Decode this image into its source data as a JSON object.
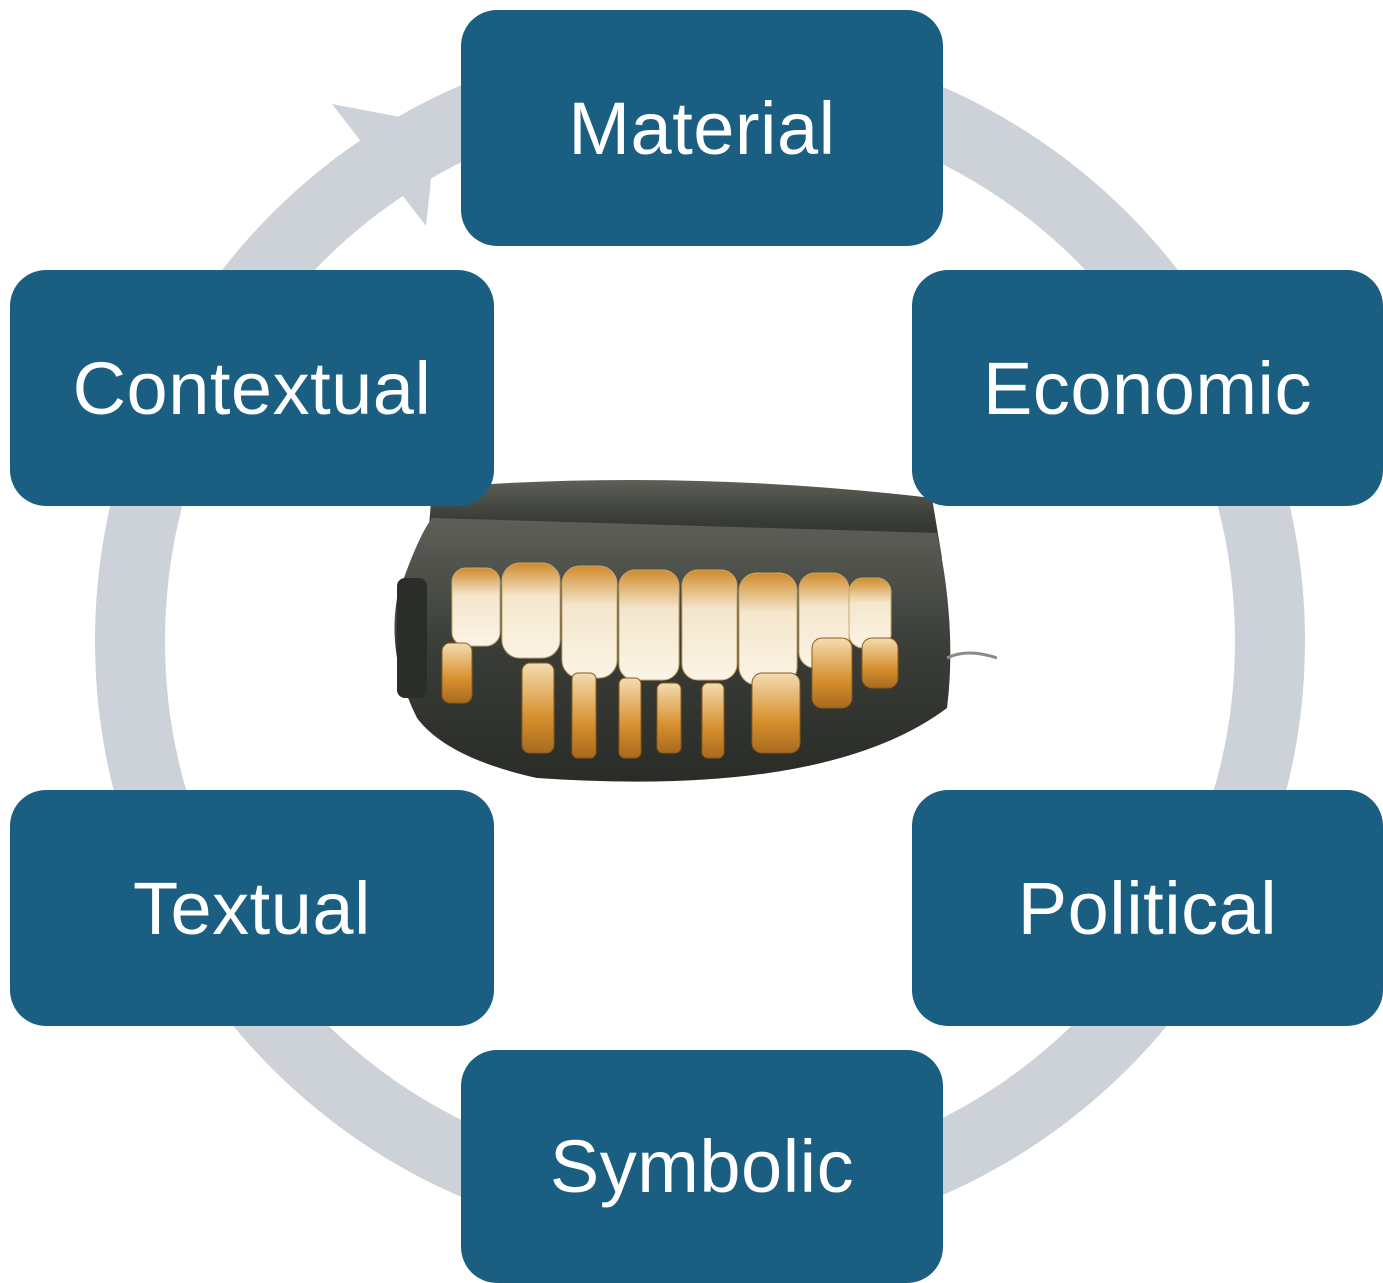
{
  "diagram": {
    "cycle_color": "#cdd2d8",
    "node_color": "#1a5e82",
    "label_color": "#ffffff",
    "nodes": [
      {
        "id": "material",
        "label": "Material"
      },
      {
        "id": "economic",
        "label": "Economic"
      },
      {
        "id": "political",
        "label": "Political"
      },
      {
        "id": "symbolic",
        "label": "Symbolic"
      },
      {
        "id": "textual",
        "label": "Textual"
      },
      {
        "id": "contextual",
        "label": "Contextual"
      }
    ],
    "center_image": "dentures-photo"
  }
}
